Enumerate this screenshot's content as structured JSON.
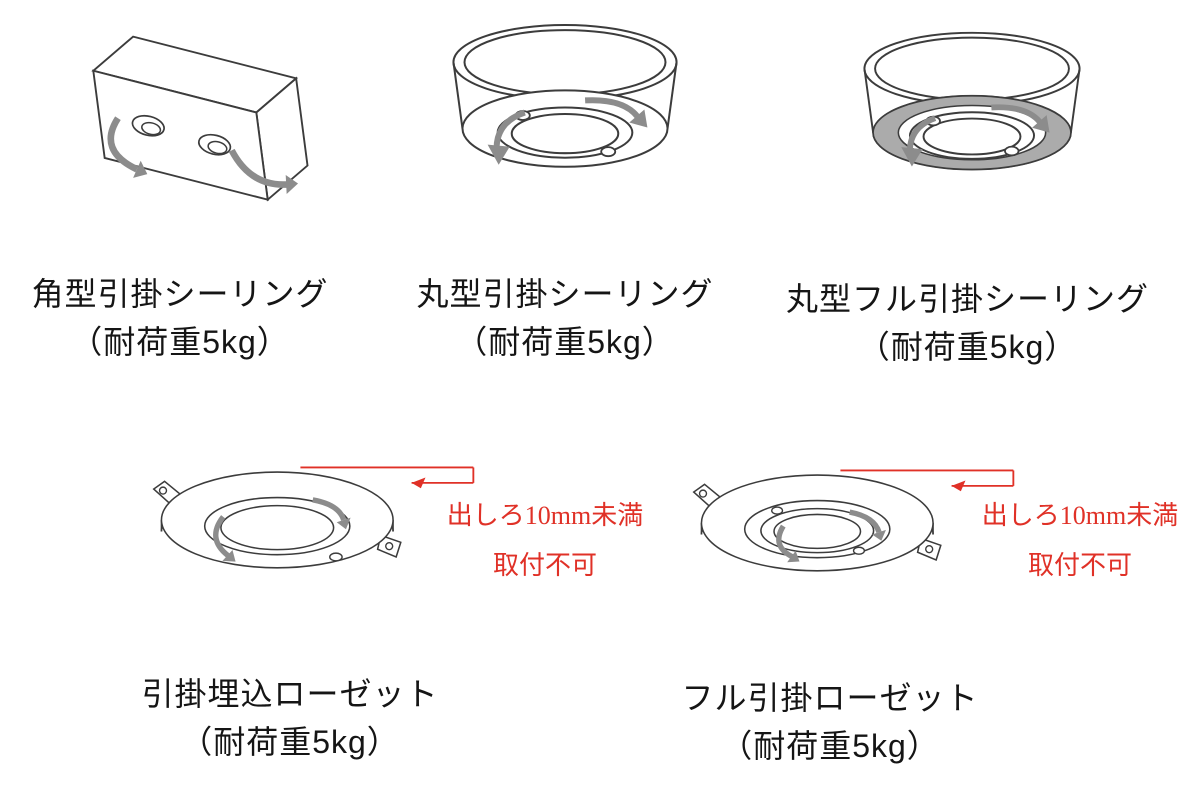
{
  "colors": {
    "line": "#3c3c3c",
    "arrow": "#8c8c8c",
    "ring_shade": "#ababab",
    "warning": "#e03127",
    "text": "#151515",
    "background": "#ffffff"
  },
  "fixtures": [
    {
      "name": "角型引掛シーリング",
      "capacity": "（耐荷重5kg）"
    },
    {
      "name": "丸型引掛シーリング",
      "capacity": "（耐荷重5kg）"
    },
    {
      "name": "丸型フル引掛シーリング",
      "capacity": "（耐荷重5kg）"
    },
    {
      "name": "引掛埋込ローゼット",
      "capacity": "（耐荷重5kg）",
      "warning_line1": "出しろ10mm未満",
      "warning_line2": "取付不可"
    },
    {
      "name": "フル引掛ローゼット",
      "capacity": "（耐荷重5kg）",
      "warning_line1": "出しろ10mm未満",
      "warning_line2": "取付不可"
    }
  ]
}
